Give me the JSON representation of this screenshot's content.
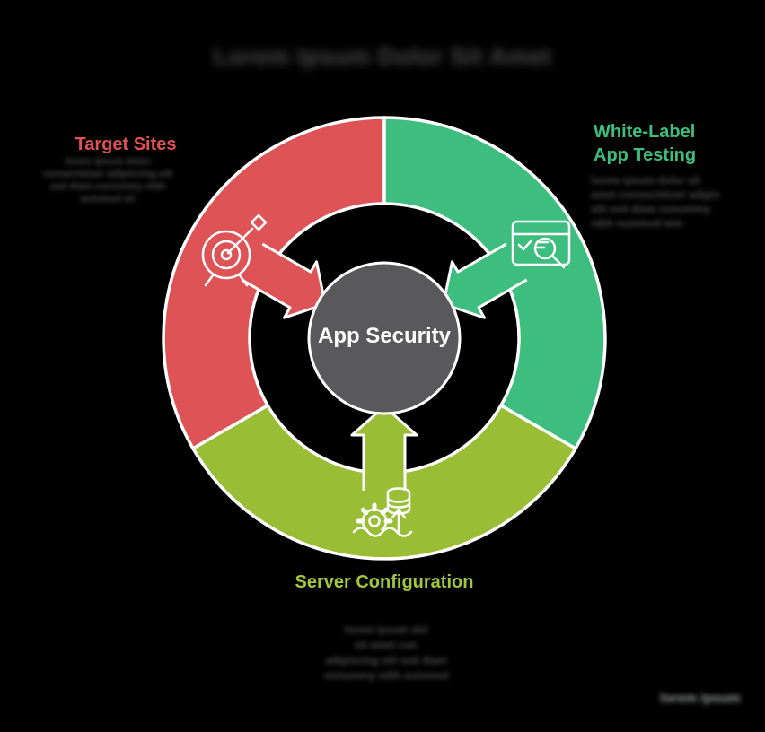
{
  "page": {
    "background_color": "#000000",
    "watermark": {
      "redacted": true,
      "placeholder": "lorem ipsum"
    }
  },
  "title": {
    "redacted": true,
    "placeholder": "Lorem Ipsum Dolor Sit Amet"
  },
  "diagram": {
    "type": "cycle",
    "outline_color": "#FFFFFF",
    "center": {
      "label": "App Security",
      "fill_color": "#59595B"
    },
    "segments": [
      {
        "id": "target-sites",
        "label": "Target Sites",
        "color": "#DE5356",
        "label_color": "#E2514F",
        "icon": "target-icon",
        "description_redacted": true,
        "desc_lines": [
          "lorem ipsum dolor",
          "consectetuer adipiscing elit",
          "sed diam nonummy nibh",
          "euismod sit"
        ]
      },
      {
        "id": "white-label-app-testing",
        "label": "White-Label App Testing",
        "color": "#3DBE7E",
        "label_color": "#3DBE7E",
        "icon": "app-testing-browser-icon",
        "description_redacted": true,
        "desc_lines": [
          "lorem ipsum dolor sit",
          "amet consectetuer adipis",
          "elit sed diam nonummy",
          "nibh euismod tem"
        ]
      },
      {
        "id": "server-configuration",
        "label": "Server Configuration",
        "color": "#99BE35",
        "label_color": "#A3C63C",
        "icon": "server-config-icon",
        "description_redacted": true,
        "desc_lines": [
          "lorem ipsum dol",
          "sit amet con",
          "adipiscing elit sed diam",
          "nonummy nibh euismod"
        ]
      }
    ]
  }
}
